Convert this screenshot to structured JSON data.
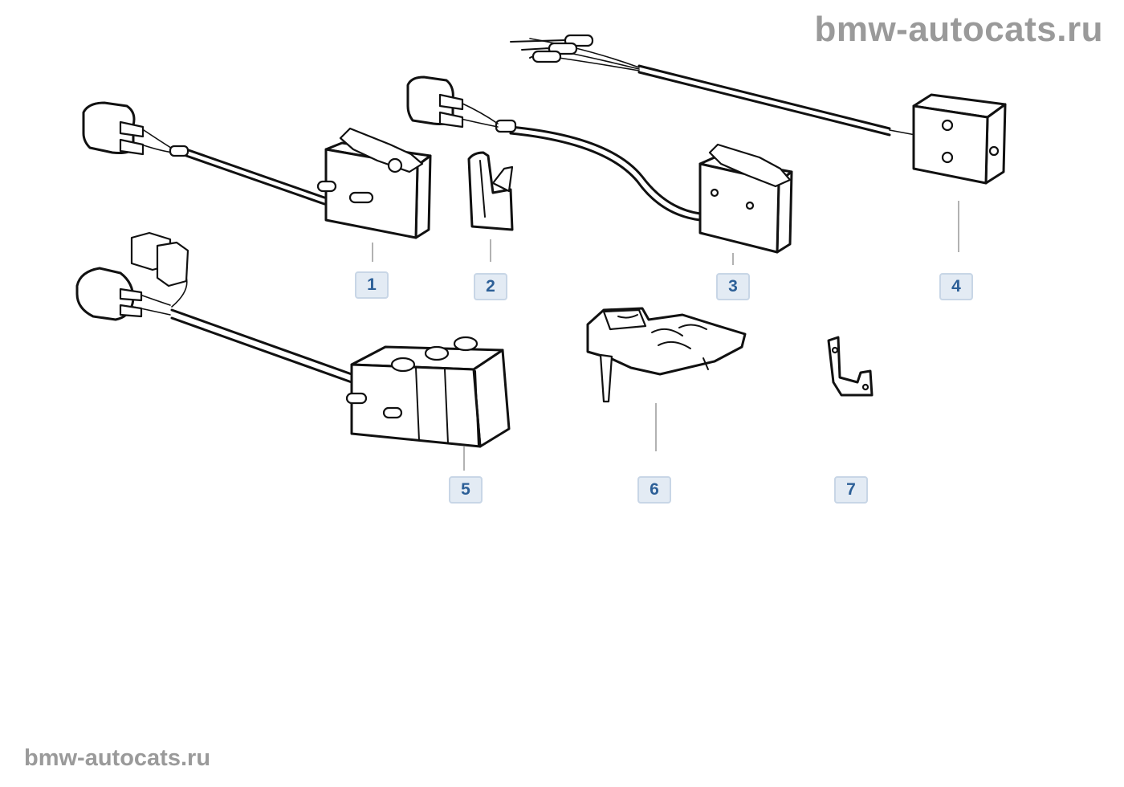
{
  "watermark": {
    "top": "bmw-autocats.ru",
    "bottom": "bmw-autocats.ru"
  },
  "callouts": [
    {
      "id": "1",
      "label": "1"
    },
    {
      "id": "2",
      "label": "2"
    },
    {
      "id": "3",
      "label": "3"
    },
    {
      "id": "4",
      "label": "4"
    },
    {
      "id": "5",
      "label": "5"
    },
    {
      "id": "6",
      "label": "6"
    },
    {
      "id": "7",
      "label": "7"
    }
  ],
  "colors": {
    "callout_fill": "#e3ebf4",
    "callout_border": "#c8d6e6",
    "callout_text": "#2c5f97",
    "watermark": "#9a9a9a",
    "ink": "#111111"
  }
}
